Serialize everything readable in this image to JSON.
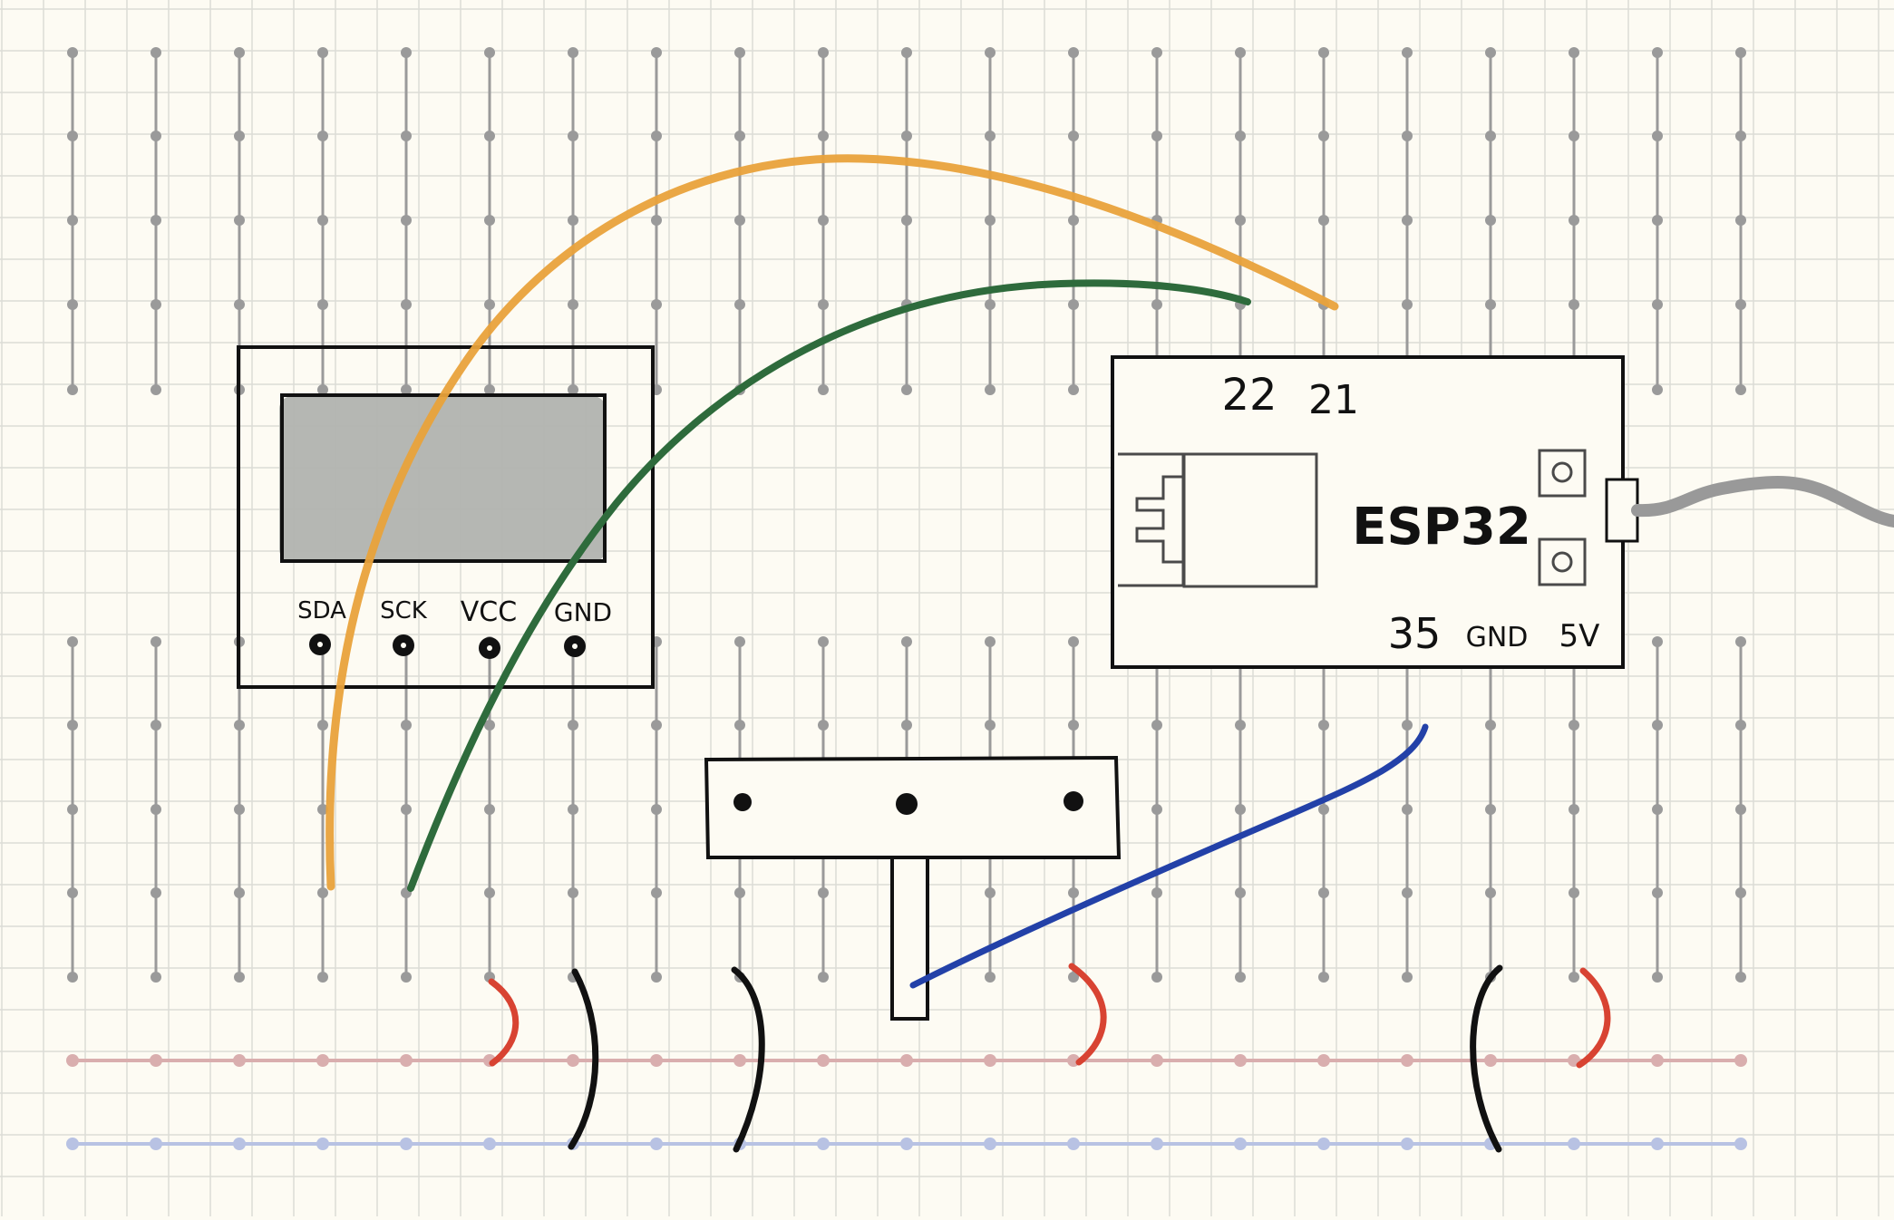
{
  "oled": {
    "pins": [
      "SDA",
      "SCK",
      "VCC",
      "GND"
    ]
  },
  "esp32": {
    "name": "ESP32",
    "top_pins": [
      "22",
      "21"
    ],
    "bottom_pins": [
      "35",
      "GND",
      "5V"
    ]
  },
  "colors": {
    "background": "#fdfbf3",
    "grid": "#dcdcd6",
    "breadboard_strip": "#9a9a9a",
    "rail_positive": "#d9aeae",
    "rail_negative": "#b8c2e3",
    "oled_screen": "#b1b3af",
    "wire_sda": "#e9a23b",
    "wire_sck": "#2e6b3c",
    "wire_signal": "#2341a8",
    "wire_power": "#d84332",
    "wire_ground": "#111111",
    "usb_cable": "#999999"
  }
}
